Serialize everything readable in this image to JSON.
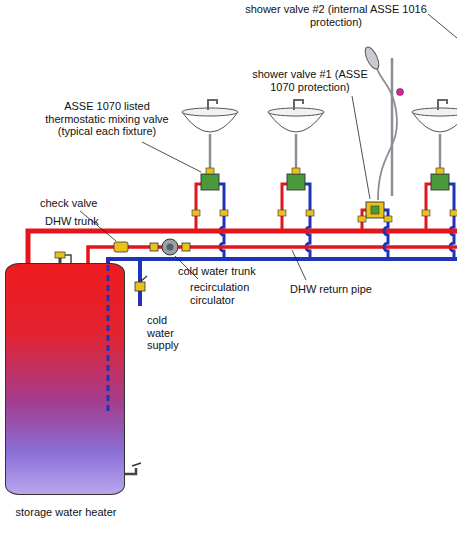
{
  "diagram": {
    "nodes": [
      {
        "text": [
          "storage water heater"
        ]
      }
    ],
    "labels": [
      "shower valve #2 (internal ASSE 1016 protection)",
      "shower valve #1 (ASSE 1070 protection)",
      "ASSE 1070 listed thermostatic mixing valve (typical each fixture)",
      "check valve",
      "DHW trunk",
      "cold water trunk",
      "recirculation circulator",
      "DHW return pipe",
      "cold water supply"
    ]
  }
}
